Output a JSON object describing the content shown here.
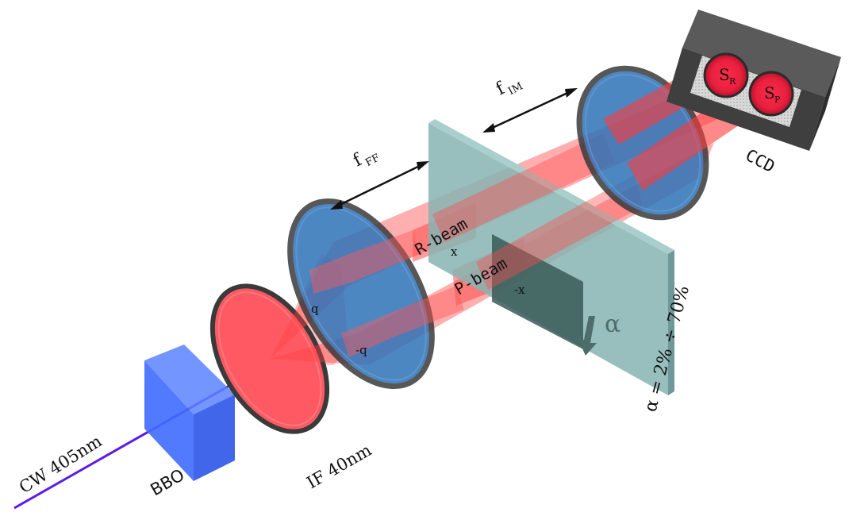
{
  "labels": {
    "pump": "CW 405nm",
    "crystal": "BBO",
    "filter": "IF 40nm",
    "ff_main": "f",
    "ff_sub": "FF",
    "im_main": "f",
    "im_sub": "IM",
    "r_beam": "R-beam",
    "p_beam": "P-beam",
    "r_x": "x",
    "p_x": "-x",
    "q_pos": "q",
    "q_neg": "-q",
    "alpha": "α",
    "alpha_range": "α = 2% ÷ 70%",
    "camera": "CCD",
    "spot_r_main": "S",
    "spot_r_sub": "R",
    "spot_p_main": "S",
    "spot_p_sub": "P"
  },
  "colors": {
    "pump_beam": "#5b1be8",
    "bbo": "#3f6bff",
    "red_beam": "#ff4a4a",
    "lens_glass": "#2f73b8",
    "filter_glass": "#ff5a63",
    "plate": "#86b4b2",
    "ccd_body": "#4a4a4a"
  }
}
